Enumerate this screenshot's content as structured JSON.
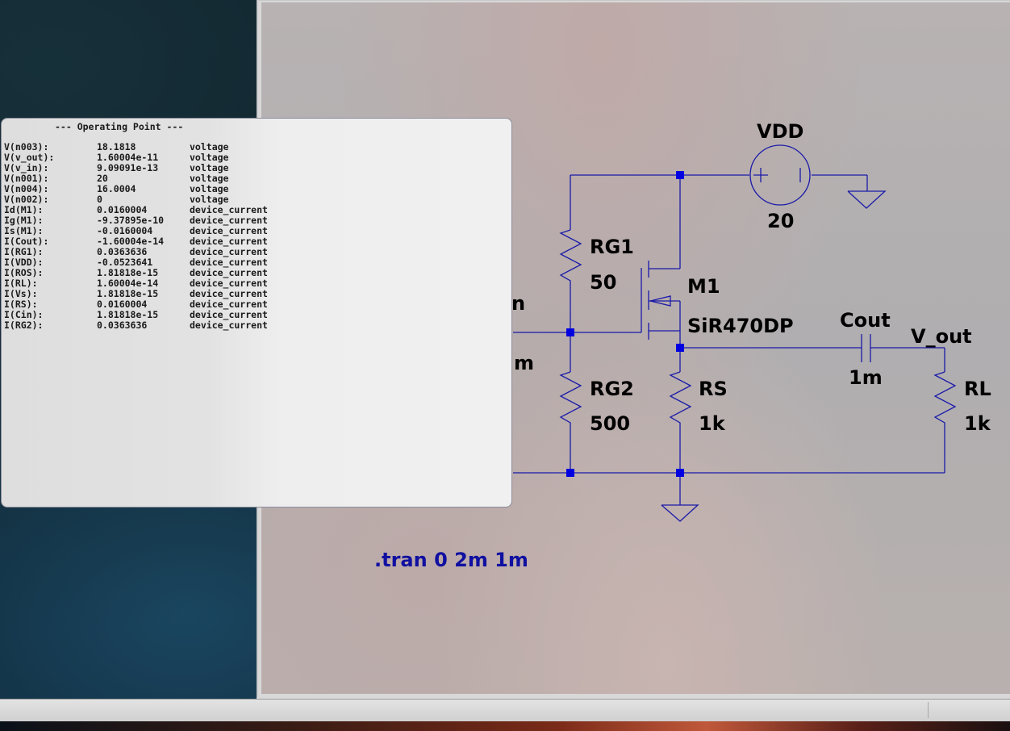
{
  "operating_point": {
    "title": "--- Operating Point ---",
    "rows": [
      {
        "name": "V(n003):",
        "value": "18.1818",
        "unit": "voltage"
      },
      {
        "name": "V(v_out):",
        "value": "1.60004e-11",
        "unit": "voltage"
      },
      {
        "name": "V(v_in):",
        "value": "9.09091e-13",
        "unit": "voltage"
      },
      {
        "name": "V(n001):",
        "value": "20",
        "unit": "voltage"
      },
      {
        "name": "V(n004):",
        "value": "16.0004",
        "unit": "voltage"
      },
      {
        "name": "V(n002):",
        "value": "0",
        "unit": "voltage"
      },
      {
        "name": "Id(M1):",
        "value": "0.0160004",
        "unit": "device_current"
      },
      {
        "name": "Ig(M1):",
        "value": "-9.37895e-10",
        "unit": "device_current"
      },
      {
        "name": "Is(M1):",
        "value": "-0.0160004",
        "unit": "device_current"
      },
      {
        "name": "I(Cout):",
        "value": "-1.60004e-14",
        "unit": "device_current"
      },
      {
        "name": "I(RG1):",
        "value": "0.0363636",
        "unit": "device_current"
      },
      {
        "name": "I(VDD):",
        "value": "-0.0523641",
        "unit": "device_current"
      },
      {
        "name": "I(ROS):",
        "value": "1.81818e-15",
        "unit": "device_current"
      },
      {
        "name": "I(RL):",
        "value": "1.60004e-14",
        "unit": "device_current"
      },
      {
        "name": "I(Vs):",
        "value": "1.81818e-15",
        "unit": "device_current"
      },
      {
        "name": "I(RS):",
        "value": "0.0160004",
        "unit": "device_current"
      },
      {
        "name": "I(Cin):",
        "value": "1.81818e-15",
        "unit": "device_current"
      },
      {
        "name": "I(RG2):",
        "value": "0.0363636",
        "unit": "device_current"
      }
    ]
  },
  "schematic": {
    "vdd_name": "VDD",
    "vdd_value": "20",
    "rg1_name": "RG1",
    "rg1_value": "50",
    "m1_name": "M1",
    "m1_model": "SiR470DP",
    "cout_name": "Cout",
    "cout_value": "1m",
    "vout_label": "V_out",
    "rg2_name": "RG2",
    "rg2_value": "500",
    "rs_name": "RS",
    "rs_value": "1k",
    "rl_name": "RL",
    "rl_value": "1k",
    "partial_label_n": "n",
    "partial_label_m": "m",
    "directive": ".tran 0 2m 1m",
    "wire_color": "#1a1aa8",
    "junction_color": "#0000e0",
    "directive_color": "#1010a0"
  }
}
